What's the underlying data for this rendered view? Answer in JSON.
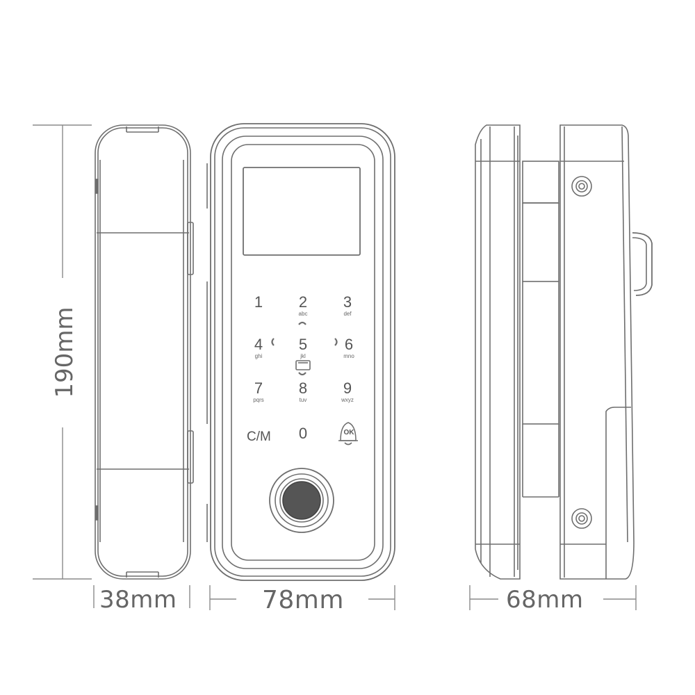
{
  "dimensions": {
    "height": "190mm",
    "side_width": "38mm",
    "front_width": "78mm",
    "depth": "68mm"
  },
  "keypad": {
    "keys": [
      {
        "num": "1",
        "sub": ""
      },
      {
        "num": "2",
        "sub": "abc"
      },
      {
        "num": "3",
        "sub": "def"
      },
      {
        "num": "4",
        "sub": "ghi"
      },
      {
        "num": "5",
        "sub": "jkl"
      },
      {
        "num": "6",
        "sub": "mno"
      },
      {
        "num": "7",
        "sub": "pqrs"
      },
      {
        "num": "8",
        "sub": "tuv"
      },
      {
        "num": "9",
        "sub": "wxyz"
      },
      {
        "num": "C/M",
        "sub": ""
      },
      {
        "num": "0",
        "sub": ""
      },
      {
        "num": "OK",
        "sub": ""
      }
    ]
  },
  "icons": {
    "nav_up": "chevron-up-icon",
    "nav_down": "chevron-down-icon",
    "nav_left": "chevron-left-icon",
    "nav_right": "chevron-right-icon",
    "card": "card-reader-icon",
    "bell_ok": "bell-ok-icon",
    "fingerprint": "fingerprint-sensor-icon",
    "screw": "screw-icon"
  },
  "colors": {
    "line": "#6e6e6e",
    "dim_line": "#8a8a8a",
    "text": "#666666"
  }
}
